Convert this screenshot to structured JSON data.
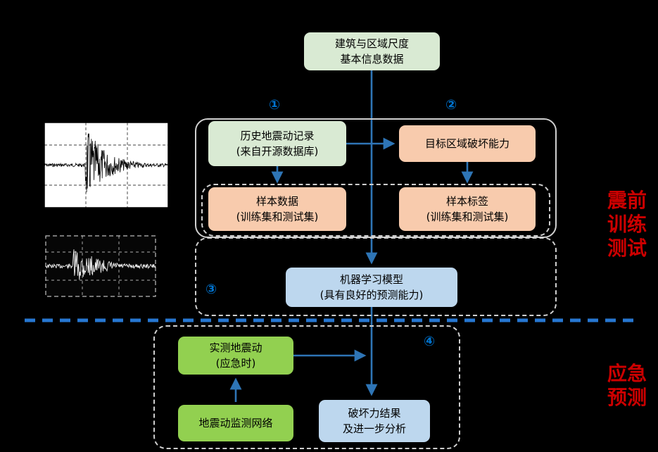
{
  "colors": {
    "background": "#000000",
    "green_light": "#d9ead3",
    "peach": "#f8cbad",
    "blue_light": "#bdd7ee",
    "green_bright": "#92d050",
    "arrow_blue": "#2e75b6",
    "step_blue": "#0073cf",
    "divider_blue": "#2777d2",
    "stage_red": "#cc0000",
    "container_gray": "#cfcfcf",
    "box_text": "#000000"
  },
  "boxes": {
    "basic_info": {
      "line1": "建筑与区域尺度",
      "line2": "基本信息数据"
    },
    "history": {
      "line1": "历史地震动记录",
      "line2": "(来自开源数据库)"
    },
    "target": {
      "line1": "目标区域破坏能力"
    },
    "sample_data": {
      "line1": "样本数据",
      "line2": "(训练集和测试集)"
    },
    "sample_labels": {
      "line1": "样本标签",
      "line2": "(训练集和测试集)"
    },
    "ml_model": {
      "line1": "机器学习模型",
      "line2": "(具有良好的预测能力)"
    },
    "measured": {
      "line1": "实测地震动",
      "line2": "(应急时)"
    },
    "network": {
      "line1": "地震动监测网络"
    },
    "result": {
      "line1": "破坏力结果",
      "line2": "及进一步分析"
    }
  },
  "steps": {
    "s1": "①",
    "s2": "②",
    "s3": "③",
    "s4": "④"
  },
  "stages": {
    "pre": {
      "line1": "震前",
      "line2": "训练",
      "line3": "测试"
    },
    "emergency": {
      "line1": "应急",
      "line2": "预测"
    }
  }
}
